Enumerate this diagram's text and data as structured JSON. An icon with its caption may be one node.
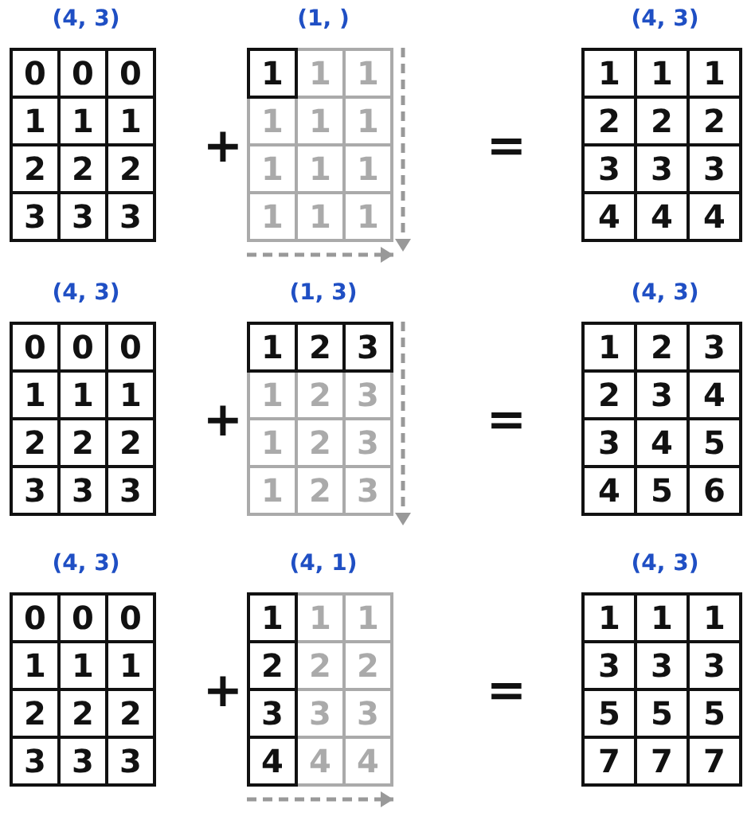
{
  "diagram": {
    "labels": [
      "(4, 3)",
      "(1, )",
      "(4, 3)",
      "0",
      "0",
      "0",
      "1",
      "1",
      "1",
      "2",
      "2",
      "2",
      "3",
      "3",
      "3",
      "+",
      "1",
      "1",
      "1",
      "1",
      "1",
      "1",
      "1",
      "1",
      "1",
      "1",
      "1",
      "1",
      "=",
      "1",
      "1",
      "1",
      "2",
      "2",
      "2",
      "3",
      "3",
      "3",
      "4",
      "4",
      "4",
      "(4, 3)",
      "(1, 3)",
      "(4, 3)",
      "0",
      "0",
      "0",
      "1",
      "1",
      "1",
      "2",
      "2",
      "2",
      "3",
      "3",
      "3",
      "+",
      "1",
      "2",
      "3",
      "1",
      "2",
      "3",
      "1",
      "2",
      "3",
      "1",
      "2",
      "3",
      "=",
      "1",
      "2",
      "3",
      "2",
      "3",
      "4",
      "3",
      "4",
      "5",
      "4",
      "5",
      "6",
      "(4, 3)",
      "(4, 1)",
      "(4, 3)",
      "0",
      "0",
      "0",
      "1",
      "1",
      "1",
      "2",
      "2",
      "2",
      "3",
      "3",
      "3",
      "+",
      "1",
      "1",
      "1",
      "2",
      "2",
      "2",
      "3",
      "3",
      "3",
      "4",
      "4",
      "4",
      "=",
      "1",
      "1",
      "1",
      "3",
      "3",
      "3",
      "5",
      "5",
      "5",
      "7",
      "7",
      "7"
    ]
  }
}
